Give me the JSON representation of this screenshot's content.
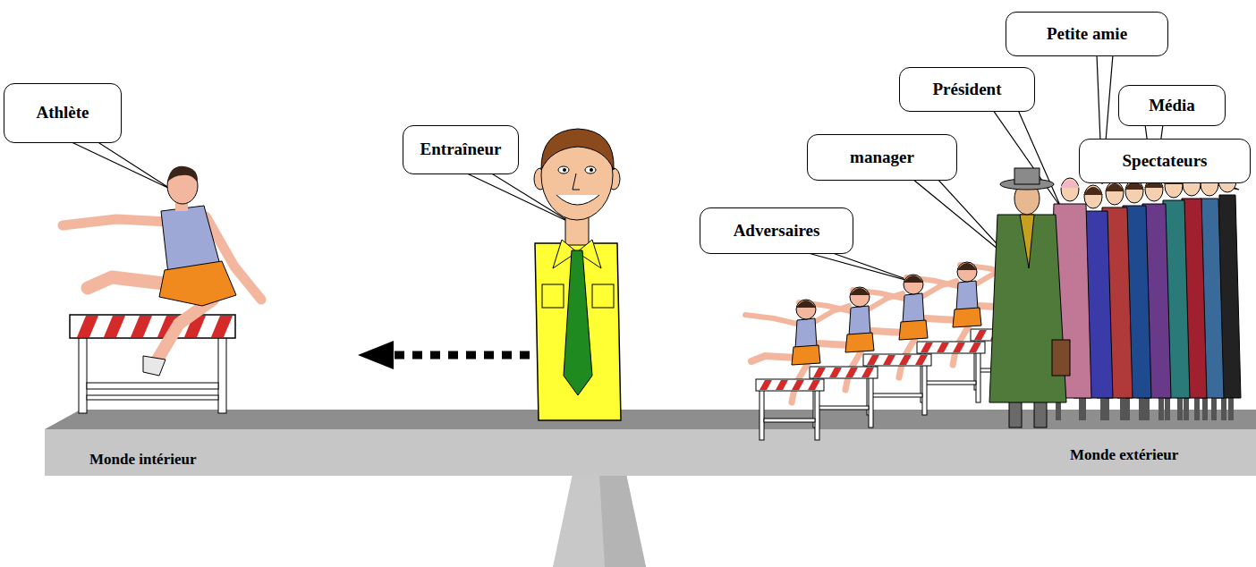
{
  "diagram": {
    "nodes": [
      {
        "text": [
          "Athlète"
        ]
      },
      {
        "text": [
          "Entraîneur"
        ]
      },
      {
        "text": [
          "Adversaires"
        ]
      },
      {
        "text": [
          "manager"
        ]
      },
      {
        "text": [
          "Président"
        ]
      },
      {
        "text": [
          "Petite amie"
        ]
      },
      {
        "text": [
          "Média"
        ]
      },
      {
        "text": [
          "Spectateurs"
        ]
      }
    ],
    "labels": [
      "Monde intérieur",
      "Monde extérieur"
    ]
  }
}
